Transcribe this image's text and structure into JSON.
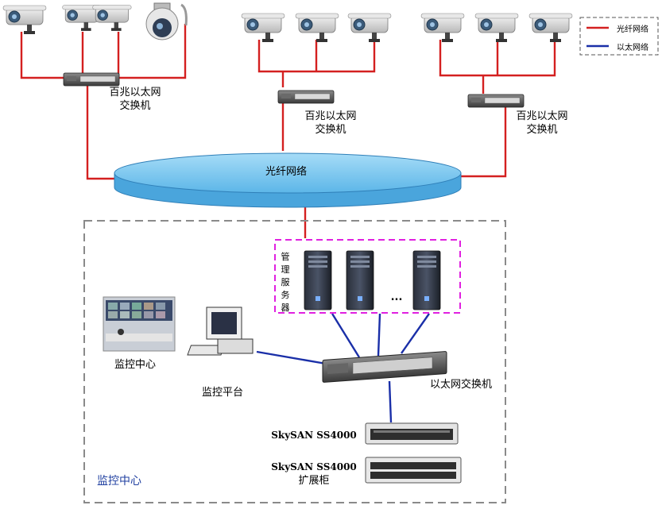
{
  "legend": {
    "fiber_label": "光纤网络",
    "ethernet_label": "以太网络",
    "fiber_color": "#d42020",
    "ethernet_color": "#1a2fa8"
  },
  "switches": {
    "left": {
      "line1": "百兆以太网",
      "line2": "交换机"
    },
    "mid": {
      "line1": "百兆以太网",
      "line2": "交换机"
    },
    "right": {
      "line1": "百兆以太网",
      "line2": "交换机"
    }
  },
  "fiber_network": {
    "label": "光纤网络"
  },
  "monitor_center": {
    "area_label": "监控中心",
    "room_label": "监控中心",
    "platform_label": "监控平台",
    "servers_label": "管理服务器",
    "servers_chars": [
      "管",
      "理",
      "服",
      "务",
      "器"
    ],
    "ellipsis": "...",
    "ethernet_switch_label": "以太网交换机",
    "storage_label": "SkySAN SS4000",
    "expansion_label_1": "SkySAN SS4000",
    "expansion_label_2": "扩展柜"
  },
  "colors": {
    "dashed_border": "#8a8a8a",
    "server_group_border": "#e020e0",
    "network_fill": "#7ec8f0"
  }
}
